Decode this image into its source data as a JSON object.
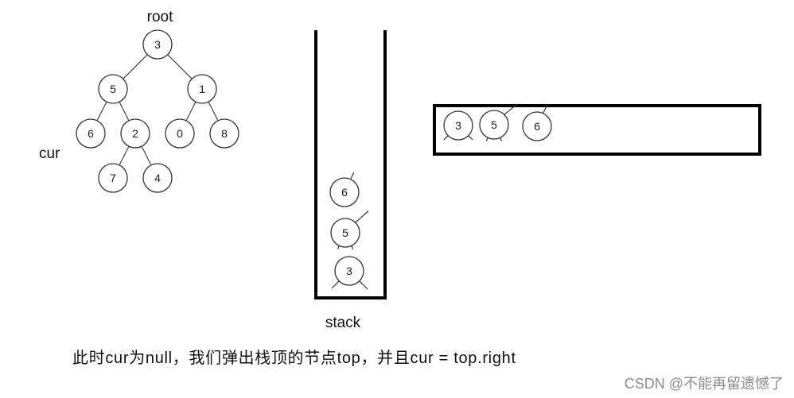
{
  "labels": {
    "root": "root",
    "cur": "cur",
    "stack": "stack"
  },
  "tree": {
    "value": "3",
    "left": {
      "value": "5",
      "left": {
        "value": "6"
      },
      "right": {
        "value": "2",
        "left": {
          "value": "7"
        },
        "right": {
          "value": "4"
        }
      }
    },
    "right": {
      "value": "1",
      "left": {
        "value": "0"
      },
      "right": {
        "value": "8"
      }
    }
  },
  "stack": {
    "items": [
      "6",
      "5",
      "3"
    ]
  },
  "output": {
    "items": [
      "3",
      "5",
      "6"
    ]
  },
  "caption": "此时cur为null，我们弹出栈顶的节点top，并且cur = top.right",
  "watermark": "CSDN @不能再留遗憾了",
  "colors": {
    "frame": "#000000",
    "watermark": "#8c8c8c"
  }
}
